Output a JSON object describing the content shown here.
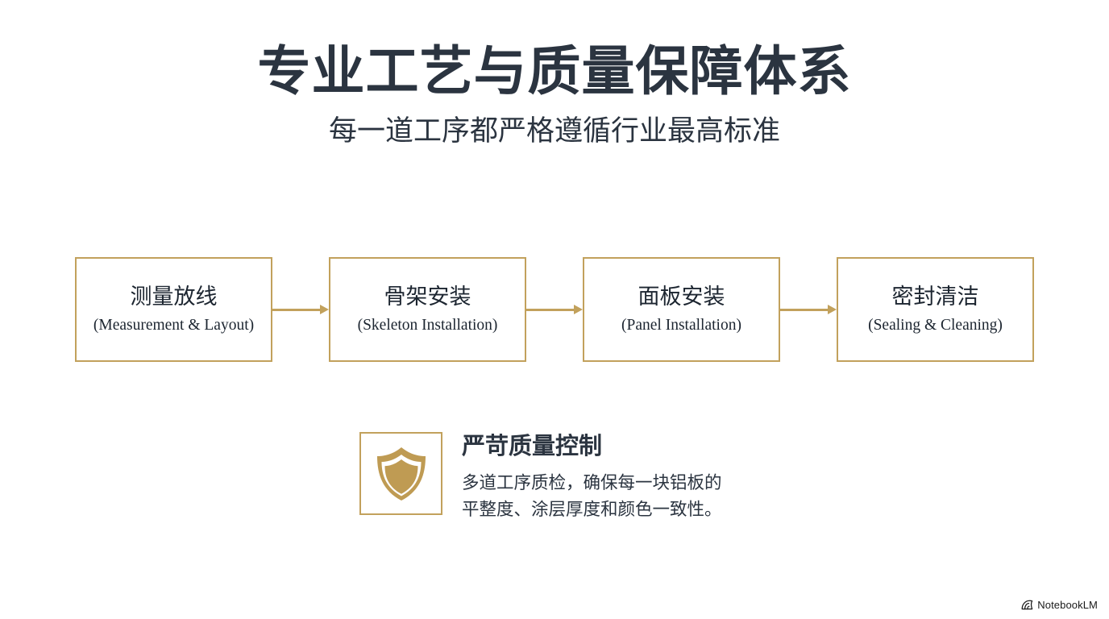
{
  "header": {
    "title": "专业工艺与质量保障体系",
    "subtitle": "每一道工序都严格遵循行业最高标准"
  },
  "process": {
    "steps": [
      {
        "cn": "测量放线",
        "en": "(Measurement & Layout)"
      },
      {
        "cn": "骨架安装",
        "en": "(Skeleton Installation)"
      },
      {
        "cn": "面板安装",
        "en": "(Panel Installation)"
      },
      {
        "cn": "密封清洁",
        "en": "(Sealing & Cleaning)"
      }
    ],
    "arrow_icon": "arrow-right-icon"
  },
  "callout": {
    "icon": "shield-icon",
    "title": "严苛质量控制",
    "body_line1": "多道工序质检，确保每一块铝板的",
    "body_line2": "平整度、涂层厚度和颜色一致性。"
  },
  "watermark": {
    "icon": "notebooklm-logo-icon",
    "label": "NotebookLM"
  },
  "colors": {
    "gold": "#c2a15c",
    "shield_fill": "#bf9b53",
    "ink": "#2b3440",
    "background": "#ffffff"
  }
}
